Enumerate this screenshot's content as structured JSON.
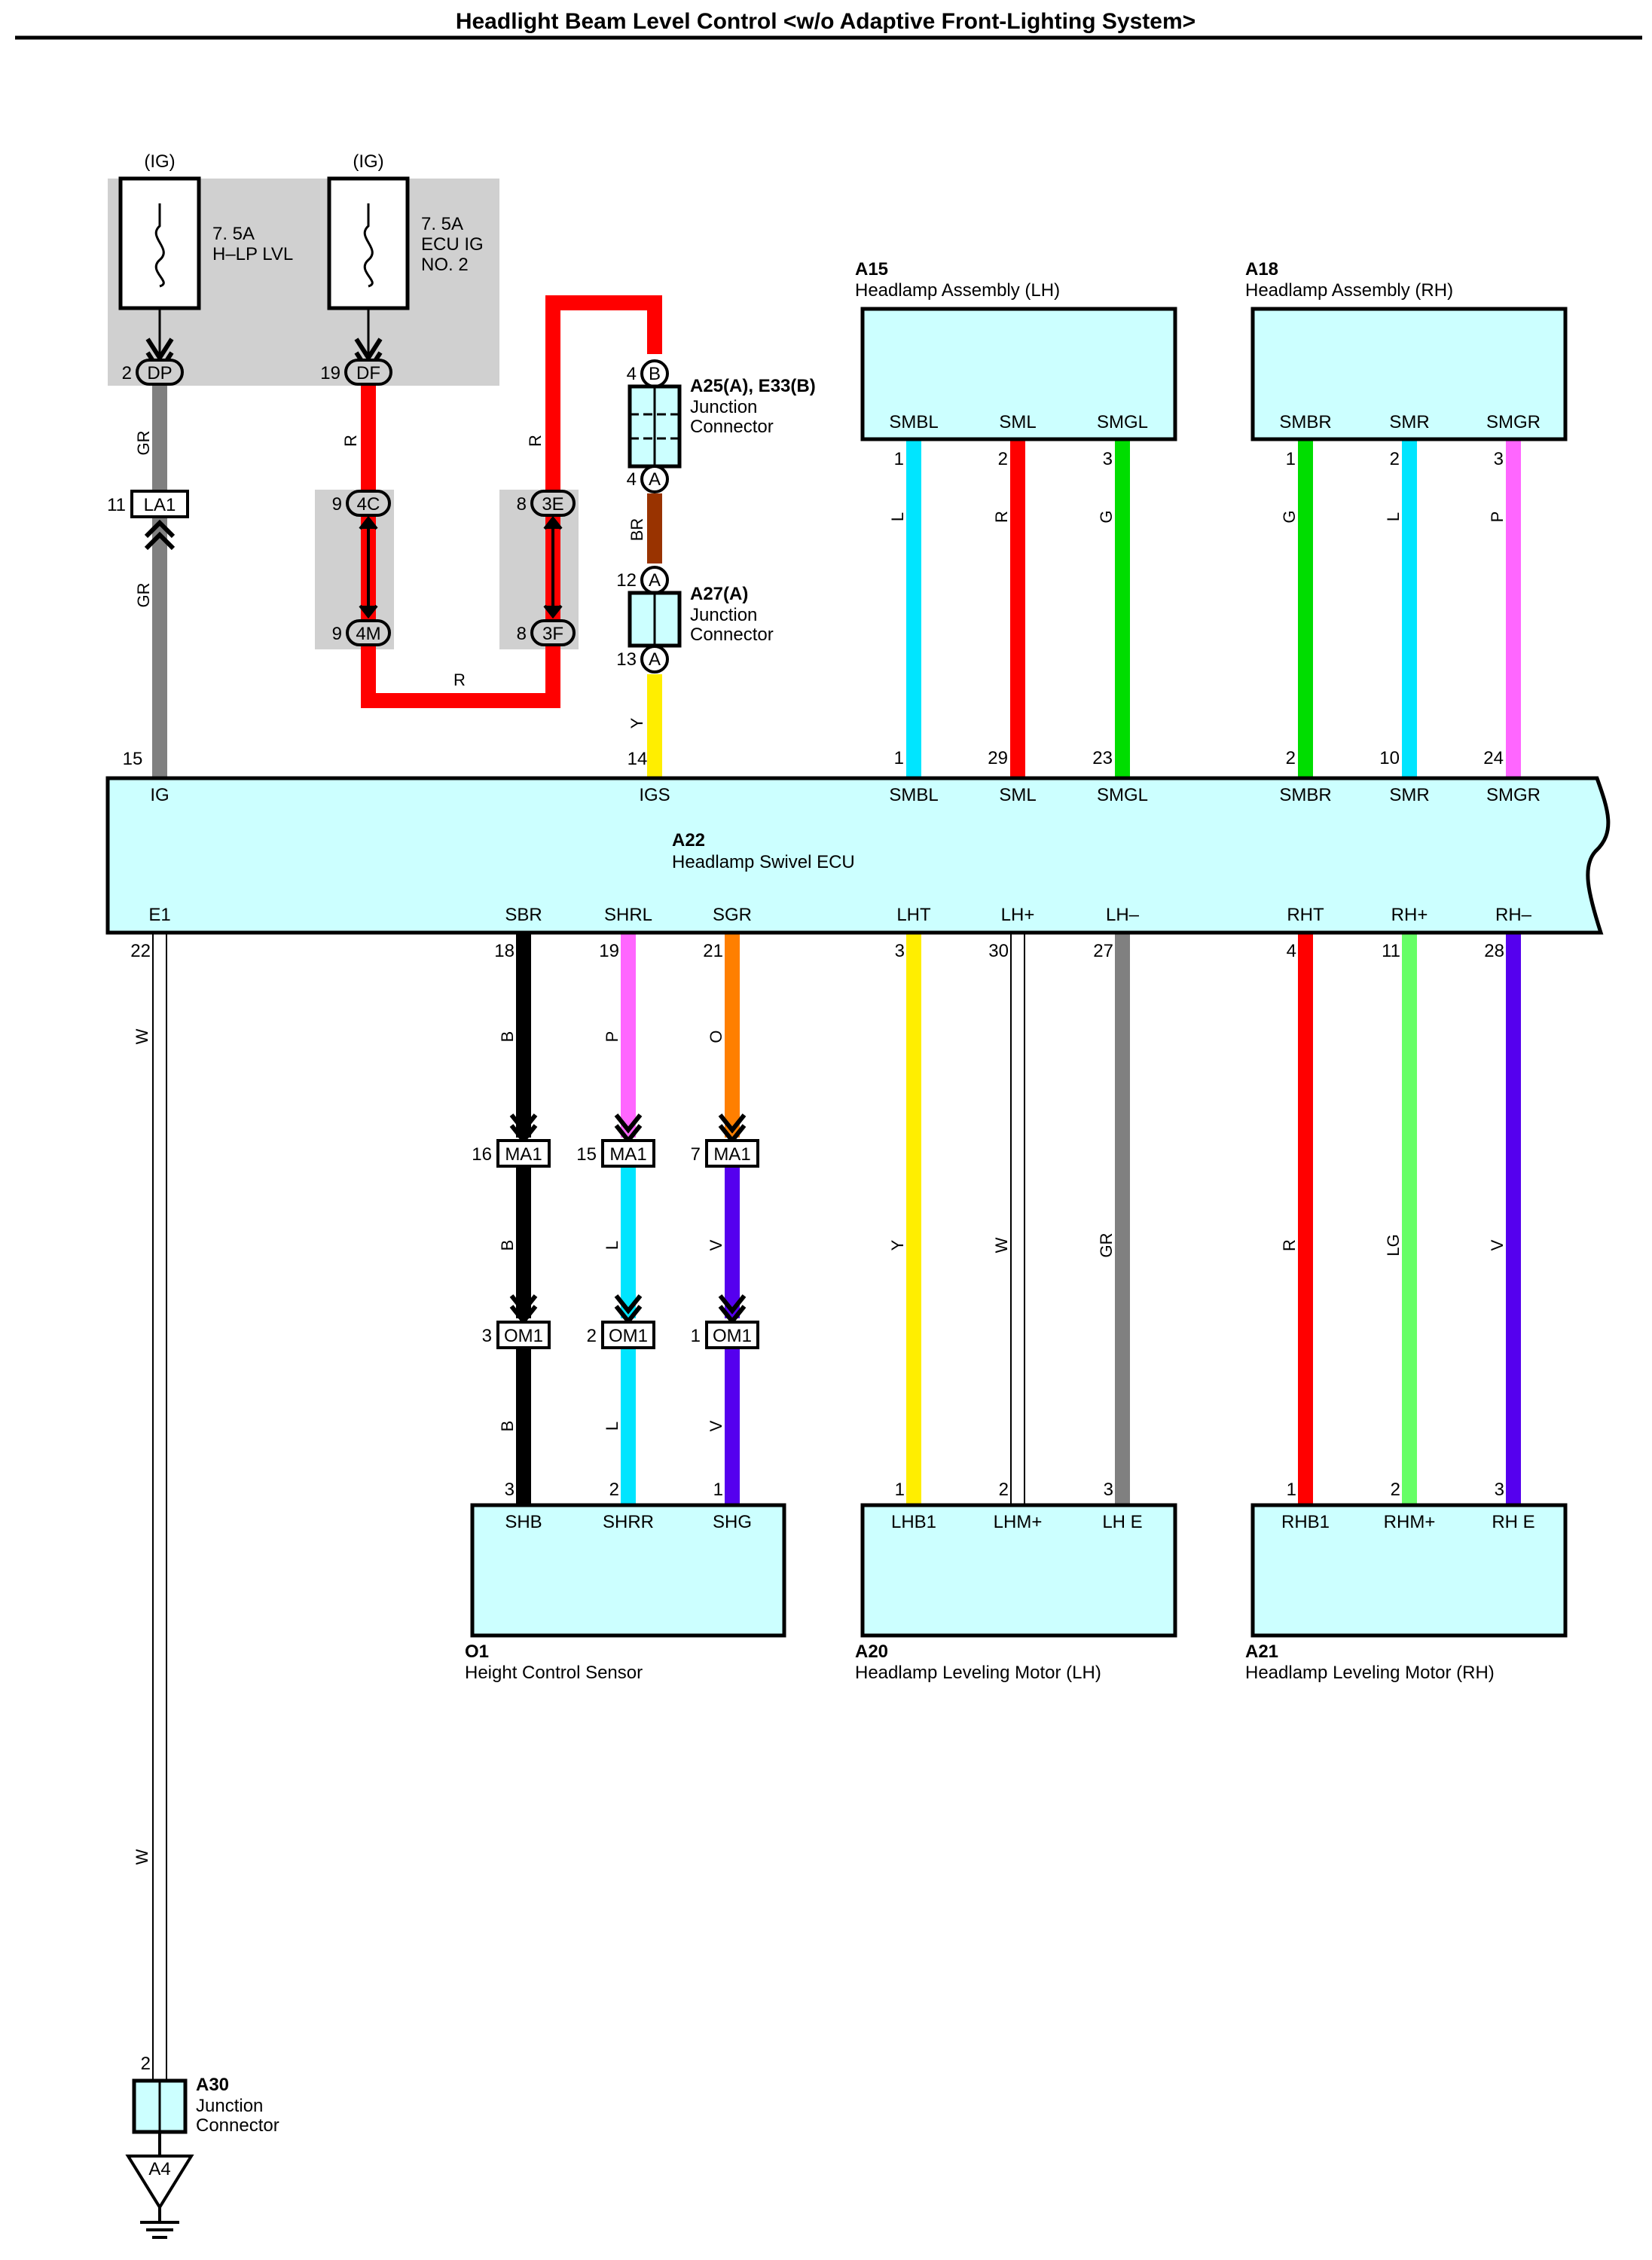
{
  "title": "Headlight Beam Level Control <w/o Adaptive Front-Lighting System>",
  "colors": {
    "R": "#ff0000",
    "GR": "#808080",
    "BR": "#993300",
    "Y": "#ffee00",
    "L": "#00e5ff",
    "G": "#00dd00",
    "P": "#ff66ff",
    "B": "#000000",
    "O": "#ff7f00",
    "V": "#5500ee",
    "LG": "#66ff66",
    "W": "#ffffff",
    "box_fill": "#ccffff",
    "shade": "#d0d0d0"
  },
  "fuses": [
    {
      "source": "(IG)",
      "rating": "7. 5A",
      "name1": "H–LP LVL",
      "name2": "",
      "pin": "2",
      "conn": "DP"
    },
    {
      "source": "(IG)",
      "rating": "7. 5A",
      "name1": "ECU IG",
      "name2": "NO. 2",
      "pin": "19",
      "conn": "DF"
    }
  ],
  "connectors": {
    "la1": {
      "pin": "11",
      "name": "LA1"
    },
    "c4c": {
      "pin": "9",
      "name": "4C"
    },
    "c4m": {
      "pin": "9",
      "name": "4M"
    },
    "c3e": {
      "pin": "8",
      "name": "3E"
    },
    "c3f": {
      "pin": "8",
      "name": "3F"
    },
    "a25": {
      "id": "A25(A), E33(B)",
      "line1": "Junction",
      "line2": "Connector",
      "pin_top": "4",
      "letter_top": "B",
      "pin_bottom": "4",
      "letter_bottom": "A"
    },
    "a27": {
      "id": "A27(A)",
      "line1": "Junction",
      "line2": "Connector",
      "pin_top": "12",
      "letter_top": "A",
      "pin_bottom": "13",
      "letter_bottom": "A"
    },
    "a30": {
      "id": "A30",
      "line1": "Junction",
      "line2": "Connector",
      "pin": "2"
    },
    "ground": {
      "name": "A4"
    },
    "ma1": [
      {
        "pin": "16",
        "name": "MA1"
      },
      {
        "pin": "15",
        "name": "MA1"
      },
      {
        "pin": "7",
        "name": "MA1"
      }
    ],
    "om1": [
      {
        "pin": "3",
        "name": "OM1"
      },
      {
        "pin": "2",
        "name": "OM1"
      },
      {
        "pin": "1",
        "name": "OM1"
      }
    ]
  },
  "wire_labels": {
    "gr_top": "GR",
    "gr_bottom": "GR",
    "r_df": "R",
    "r_3e": "R",
    "r_loop": "R",
    "br": "BR",
    "y": "Y",
    "w_top": "W",
    "w_bottom": "W"
  },
  "a15": {
    "id": "A15",
    "name": "Headlamp Assembly (LH)",
    "terminals": [
      "SMBL",
      "SML",
      "SMGL"
    ],
    "pins_top": [
      "1",
      "2",
      "3"
    ],
    "wires": [
      "L",
      "R",
      "G"
    ],
    "pins_ecu": [
      "1",
      "29",
      "23"
    ]
  },
  "a18": {
    "id": "A18",
    "name": "Headlamp Assembly (RH)",
    "terminals": [
      "SMBR",
      "SMR",
      "SMGR"
    ],
    "pins_top": [
      "1",
      "2",
      "3"
    ],
    "wires": [
      "G",
      "L",
      "P"
    ],
    "pins_ecu": [
      "2",
      "10",
      "24"
    ]
  },
  "ecu": {
    "id": "A22",
    "name": "Headlamp Swivel ECU",
    "top_terminals": [
      "IG",
      "IGS",
      "SMBL",
      "SML",
      "SMGL",
      "SMBR",
      "SMR",
      "SMGR"
    ],
    "top_pins": [
      "15",
      "14"
    ],
    "bottom_terminals": [
      "E1",
      "SBR",
      "SHRL",
      "SGR",
      "LHT",
      "LH+",
      "LH–",
      "RHT",
      "RH+",
      "RH–"
    ],
    "bottom_pins": [
      "22",
      "18",
      "19",
      "21",
      "3",
      "30",
      "27",
      "4",
      "11",
      "28"
    ]
  },
  "o1": {
    "id": "O1",
    "name": "Height Control Sensor",
    "terminals": [
      "SHB",
      "SHRR",
      "SHG"
    ],
    "pins": [
      "3",
      "2",
      "1"
    ],
    "wires_upper": [
      "B",
      "P",
      "O"
    ],
    "wires_mid": [
      "B",
      "L",
      "V"
    ],
    "wires_lower": [
      "B",
      "L",
      "V"
    ]
  },
  "a20": {
    "id": "A20",
    "name": "Headlamp Leveling Motor (LH)",
    "terminals": [
      "LHB1",
      "LHM+",
      "LH E"
    ],
    "pins": [
      "1",
      "2",
      "3"
    ],
    "wires": [
      "Y",
      "W",
      "GR"
    ]
  },
  "a21": {
    "id": "A21",
    "name": "Headlamp Leveling Motor (RH)",
    "terminals": [
      "RHB1",
      "RHM+",
      "RH E"
    ],
    "pins": [
      "1",
      "2",
      "3"
    ],
    "wires": [
      "R",
      "LG",
      "V"
    ]
  }
}
